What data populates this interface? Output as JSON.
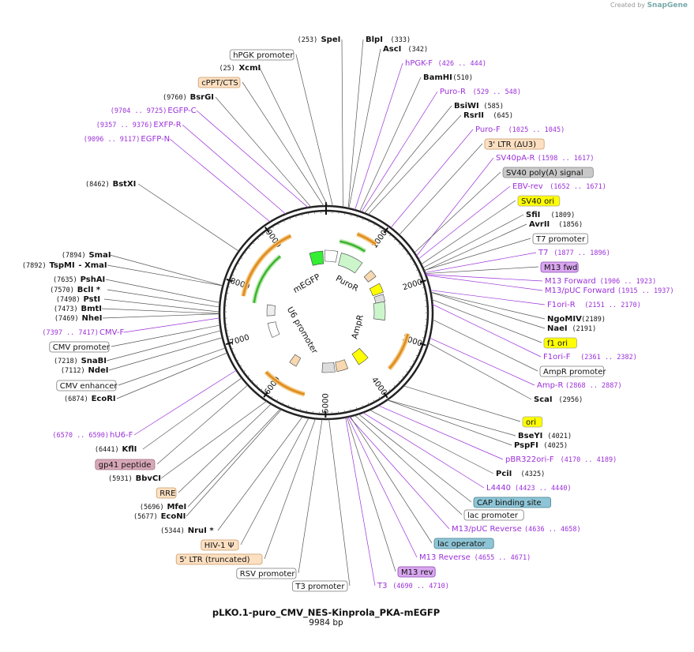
{
  "credit": {
    "prefix": "Created by",
    "brand": "SnapGene"
  },
  "plasmid": {
    "name": "pLKO.1-puro_CMV_NES-Kinprola_PKA-mEGFP",
    "length_label": "9984 bp",
    "length": 9984
  },
  "colors": {
    "purple": "#9b30d9",
    "black": "#111111",
    "orange": "#e08a1e",
    "green": "#3bb52e",
    "yellow": "#ffff00",
    "bright_green": "#33ee33"
  },
  "ticks": [
    "1000",
    "2000",
    "3000",
    "4000",
    "5000",
    "6000",
    "7000",
    "8000",
    "9000"
  ],
  "left_labels": [
    {
      "kind": "enzyme",
      "pos": "(253)",
      "name": "SpeI",
      "posFirst": true
    },
    {
      "kind": "feature",
      "name": "hPGK promoter",
      "style": "white"
    },
    {
      "kind": "enzyme",
      "pos": "(25)",
      "name": "XcmI",
      "posFirst": true
    },
    {
      "kind": "feature",
      "name": "cPPT/CTS",
      "style": "peach"
    },
    {
      "kind": "enzyme",
      "pos": "(9760)",
      "name": "BsrGI",
      "posFirst": true
    },
    {
      "kind": "primer",
      "pos": "(9704 .. 9725)",
      "name": "EGFP-C"
    },
    {
      "kind": "primer",
      "pos": "(9357 .. 9376)",
      "name": "EXFP-R"
    },
    {
      "kind": "primer",
      "pos": "(9096 .. 9117)",
      "name": "EGFP-N"
    },
    {
      "kind": "enzyme",
      "pos": "(8462)",
      "name": "BstXI",
      "posFirst": true
    },
    {
      "kind": "enzyme",
      "pos": "(7894)",
      "name": "SmaI",
      "posFirst": true
    },
    {
      "kind": "enzyme",
      "pos": "(7892)",
      "name": "TspMI",
      "extra": "- XmaI",
      "posFirst": true
    },
    {
      "kind": "enzyme",
      "pos": "(7635)",
      "name": "PshAI",
      "posFirst": true
    },
    {
      "kind": "enzyme",
      "pos": "(7570)",
      "name": "BclI *",
      "posFirst": true
    },
    {
      "kind": "enzyme",
      "pos": "(7498)",
      "name": "PstI",
      "posFirst": true
    },
    {
      "kind": "enzyme",
      "pos": "(7473)",
      "name": "BmtI",
      "posFirst": true
    },
    {
      "kind": "enzyme",
      "pos": "(7469)",
      "name": "NheI",
      "posFirst": true
    },
    {
      "kind": "primer",
      "pos": "(7397 .. 7417)",
      "name": "CMV-F"
    },
    {
      "kind": "feature",
      "name": "CMV promoter",
      "style": "white"
    },
    {
      "kind": "enzyme",
      "pos": "(7218)",
      "name": "SnaBI",
      "posFirst": true
    },
    {
      "kind": "enzyme",
      "pos": "(7112)",
      "name": "NdeI",
      "posFirst": true
    },
    {
      "kind": "feature",
      "name": "CMV enhancer",
      "style": "white"
    },
    {
      "kind": "enzyme",
      "pos": "(6874)",
      "name": "EcoRI",
      "posFirst": true
    },
    {
      "kind": "primer",
      "pos": "(6570 .. 6590)",
      "name": "hU6-F"
    },
    {
      "kind": "enzyme",
      "pos": "(6441)",
      "name": "KflI",
      "posFirst": true
    },
    {
      "kind": "feature",
      "name": "gp41 peptide",
      "style": "mauve"
    },
    {
      "kind": "enzyme",
      "pos": "(5931)",
      "name": "BbvCI",
      "posFirst": true
    },
    {
      "kind": "feature",
      "name": "RRE",
      "style": "peach"
    },
    {
      "kind": "enzyme",
      "pos": "(5696)",
      "name": "MfeI",
      "posFirst": true
    },
    {
      "kind": "enzyme",
      "pos": "(5677)",
      "name": "EcoNI",
      "posFirst": true
    },
    {
      "kind": "enzyme",
      "pos": "(5344)",
      "name": "NruI *",
      "posFirst": true
    },
    {
      "kind": "feature",
      "name": "HIV-1 Ψ",
      "style": "peach"
    },
    {
      "kind": "feature",
      "name": "5' LTR (truncated)",
      "style": "peach"
    },
    {
      "kind": "feature",
      "name": "RSV promoter",
      "style": "white"
    },
    {
      "kind": "feature",
      "name": "T3 promoter",
      "style": "white"
    }
  ],
  "right_labels": [
    {
      "kind": "enzyme",
      "name": "BlpI",
      "pos": "(333)"
    },
    {
      "kind": "enzyme",
      "name": "AscI",
      "pos": "(342)"
    },
    {
      "kind": "primer",
      "name": "hPGK-F",
      "pos": "(426 .. 444)"
    },
    {
      "kind": "enzyme",
      "name": "BamHI",
      "pos": "(510)"
    },
    {
      "kind": "primer",
      "name": "Puro-R",
      "pos": "(529 .. 548)"
    },
    {
      "kind": "enzyme",
      "name": "BsiWI",
      "pos": "(585)"
    },
    {
      "kind": "enzyme",
      "name": "RsrII",
      "pos": "(645)"
    },
    {
      "kind": "primer",
      "name": "Puro-F",
      "pos": "(1025 .. 1045)"
    },
    {
      "kind": "feature",
      "name": "3' LTR (ΔU3)",
      "style": "peach"
    },
    {
      "kind": "primer",
      "name": "SV40pA-R",
      "pos": "(1598 .. 1617)"
    },
    {
      "kind": "feature",
      "name": "SV40 poly(A) signal",
      "style": "gray"
    },
    {
      "kind": "primer",
      "name": "EBV-rev",
      "pos": "(1652 .. 1671)"
    },
    {
      "kind": "feature",
      "name": "SV40 ori",
      "style": "yellow"
    },
    {
      "kind": "enzyme",
      "name": "SfiI",
      "pos": "(1809)"
    },
    {
      "kind": "enzyme",
      "name": "AvrII",
      "pos": "(1856)"
    },
    {
      "kind": "feature",
      "name": "T7 promoter",
      "style": "white"
    },
    {
      "kind": "primer",
      "name": "T7",
      "pos": "(1877 .. 1896)"
    },
    {
      "kind": "feature",
      "name": "M13 fwd",
      "style": "lavender"
    },
    {
      "kind": "primer",
      "name": "M13 Forward",
      "pos": "(1906 .. 1923)"
    },
    {
      "kind": "primer",
      "name": "M13/pUC Forward",
      "pos": "(1915 .. 1937)"
    },
    {
      "kind": "primer",
      "name": "F1ori-R",
      "pos": "(2151 .. 2170)"
    },
    {
      "kind": "enzyme",
      "name": "NgoMIV",
      "pos": "(2189)"
    },
    {
      "kind": "enzyme",
      "name": "NaeI",
      "pos": "(2191)"
    },
    {
      "kind": "feature",
      "name": "f1 ori",
      "style": "yellow"
    },
    {
      "kind": "primer",
      "name": "F1ori-F",
      "pos": "(2361 .. 2382)"
    },
    {
      "kind": "feature",
      "name": "AmpR promoter",
      "style": "white"
    },
    {
      "kind": "primer",
      "name": "Amp-R",
      "pos": "(2868 .. 2887)"
    },
    {
      "kind": "enzyme",
      "name": "ScaI",
      "pos": "(2956)"
    },
    {
      "kind": "feature",
      "name": "ori",
      "style": "yellow"
    },
    {
      "kind": "enzyme",
      "name": "BseYI",
      "pos": "(4021)"
    },
    {
      "kind": "enzyme",
      "name": "PspFI",
      "pos": "(4025)"
    },
    {
      "kind": "primer",
      "name": "pBR322ori-F",
      "pos": "(4170 .. 4189)"
    },
    {
      "kind": "enzyme",
      "name": "PciI",
      "pos": "(4325)"
    },
    {
      "kind": "primer",
      "name": "L4440",
      "pos": "(4423 .. 4440)"
    },
    {
      "kind": "feature",
      "name": "CAP binding site",
      "style": "teal"
    },
    {
      "kind": "feature",
      "name": "lac promoter",
      "style": "white"
    },
    {
      "kind": "primer",
      "name": "M13/pUC Reverse",
      "pos": "(4636 .. 4658)"
    },
    {
      "kind": "feature",
      "name": "lac operator",
      "style": "teal"
    },
    {
      "kind": "primer",
      "name": "M13 Reverse",
      "pos": "(4655 .. 4671)"
    },
    {
      "kind": "feature",
      "name": "M13 rev",
      "style": "lavender"
    },
    {
      "kind": "primer",
      "name": "T3",
      "pos": "(4690 .. 4710)"
    }
  ],
  "inner_labels": [
    "mEGFP",
    "PuroR",
    "AmpR",
    "U6 promoter"
  ]
}
